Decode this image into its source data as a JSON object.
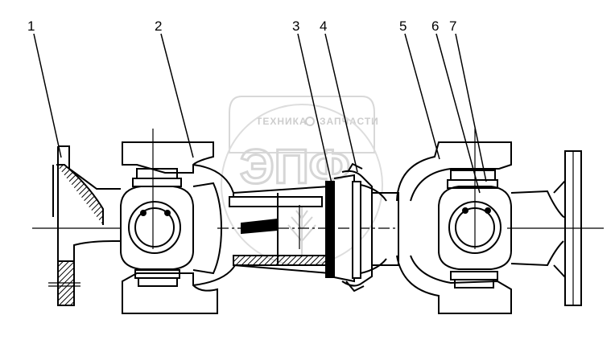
{
  "diagram": {
    "callouts": [
      {
        "id": "1",
        "label": "1"
      },
      {
        "id": "2",
        "label": "2"
      },
      {
        "id": "3",
        "label": "3"
      },
      {
        "id": "4",
        "label": "4"
      },
      {
        "id": "5",
        "label": "5"
      },
      {
        "id": "6",
        "label": "6"
      },
      {
        "id": "7",
        "label": "7"
      }
    ]
  },
  "watermark": {
    "text_left": "ТЕХНИКА",
    "text_right": "ЗАПЧАСТИ",
    "logo_letters": "ЭПФ"
  },
  "colors": {
    "line": "#000000",
    "watermark": "#c8c8c8",
    "background": "#ffffff"
  }
}
